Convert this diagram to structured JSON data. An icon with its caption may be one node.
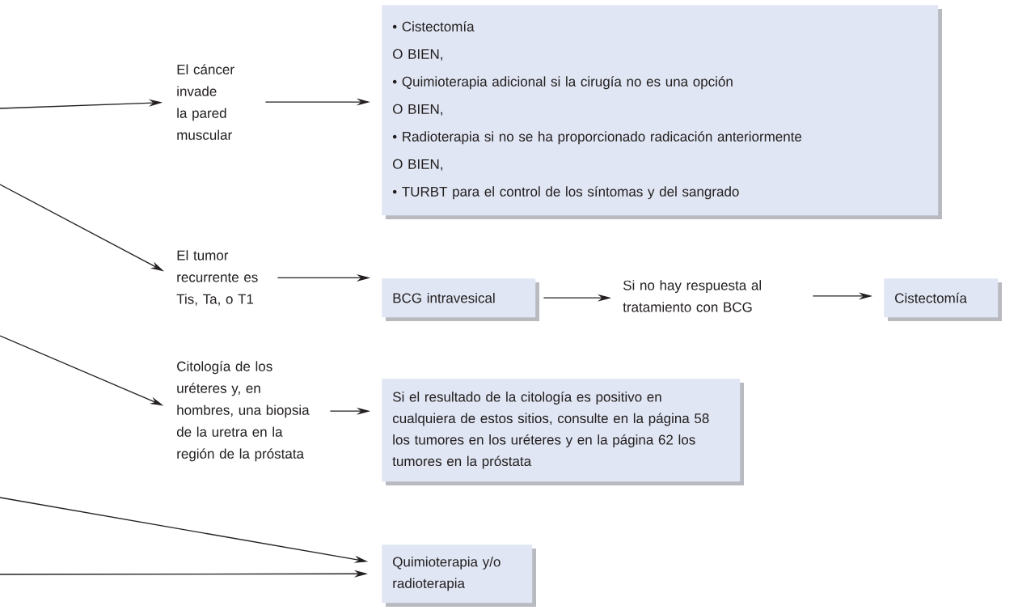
{
  "diagram": {
    "nodes": [
      {
        "text": [
          "El cáncer invade la pared muscular"
        ]
      },
      {
        "text": [
          "• Cistectomía",
          "O BIEN,",
          "• Quimioterapia adicional si la cirugía no es una opción",
          "O BIEN,",
          "• Radioterapia si no se ha proporcionado radicación anteriormente",
          "O BIEN,",
          "• TURBT para el control de los síntomas y del sangrado"
        ]
      },
      {
        "text": [
          "El tumor recurrente es Tis, Ta, o T1"
        ]
      },
      {
        "text": [
          "BCG intravesical"
        ]
      },
      {
        "text": [
          "Si no hay respuesta al tratamiento con BCG"
        ]
      },
      {
        "text": [
          "Cistectomía"
        ]
      },
      {
        "text": [
          "Citología de los uréteres y, en hombres, una biopsia de la uretra en la región de la próstata"
        ]
      },
      {
        "text": [
          "Si el resultado de la citología es positivo en cualquiera de estos sitios, consulte en la página 58 los tumores en los uréteres y en la página 62 los tumores en la próstata"
        ]
      },
      {
        "text": [
          "Quimioterapia y/o radioterapia"
        ]
      }
    ],
    "edges": [
      {
        "from": null,
        "to": 0,
        "arrow": "to"
      },
      {
        "from": 0,
        "to": 1,
        "arrow": "to"
      },
      {
        "from": null,
        "to": 2,
        "arrow": "to"
      },
      {
        "from": 2,
        "to": 3,
        "arrow": "to"
      },
      {
        "from": 3,
        "to": 4,
        "arrow": "to"
      },
      {
        "from": 4,
        "to": 5,
        "arrow": "to"
      },
      {
        "from": null,
        "to": 6,
        "arrow": "to"
      },
      {
        "from": 6,
        "to": 7,
        "arrow": "to"
      },
      {
        "from": null,
        "to": 8,
        "arrow": "to"
      },
      {
        "from": null,
        "to": 8,
        "arrow": "to"
      }
    ]
  }
}
